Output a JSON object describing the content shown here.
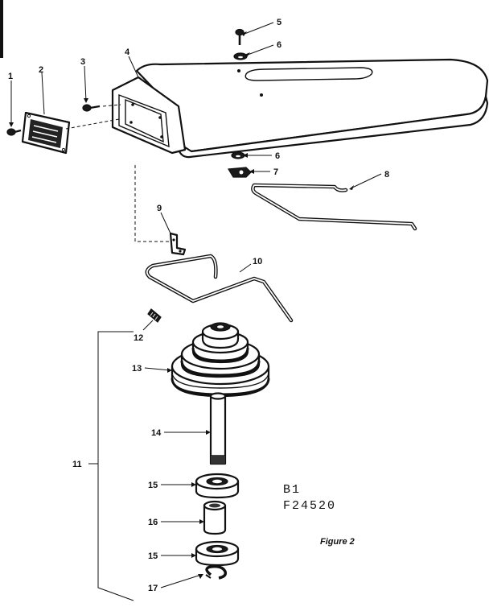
{
  "callouts": {
    "c1": "1",
    "c2": "2",
    "c3": "3",
    "c4": "4",
    "c5": "5",
    "c6a": "6",
    "c6b": "6",
    "c7": "7",
    "c8": "8",
    "c9": "9",
    "c10": "10",
    "c11": "11",
    "c12": "12",
    "c13": "13",
    "c14": "14",
    "c15a": "15",
    "c15b": "15",
    "c16": "16",
    "c17": "17"
  },
  "model_code_line1": "B1",
  "model_code_line2": "F24520",
  "figure_caption": "Figure 2"
}
